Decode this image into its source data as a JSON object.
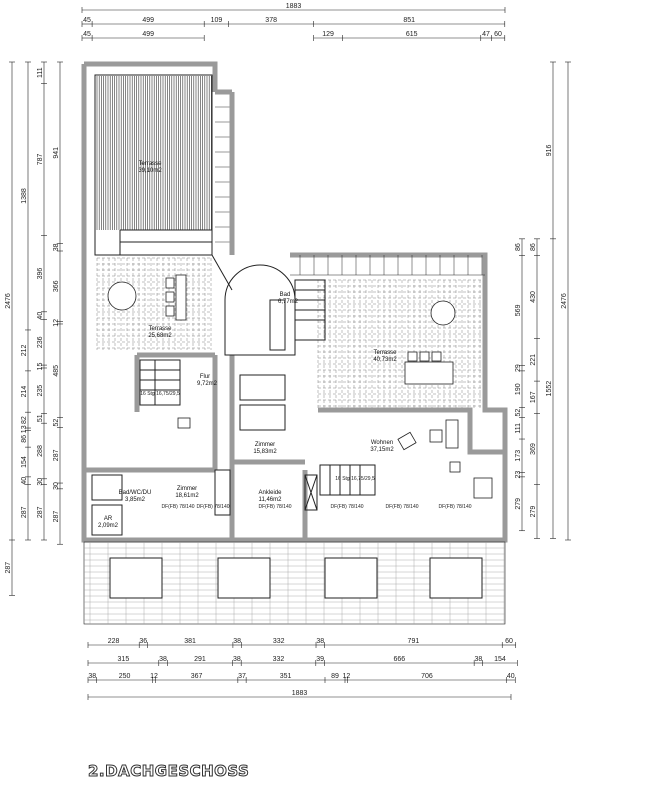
{
  "title": "2.DACHGESCHOSS",
  "dimensions": {
    "top_rows": [
      [
        1883
      ],
      [
        45,
        499,
        109,
        378,
        851
      ],
      [
        45,
        499,
        129,
        615,
        47,
        60
      ]
    ],
    "bottom_rows": [
      [
        228,
        36,
        381,
        38,
        332,
        38,
        791,
        60
      ],
      [
        315,
        38,
        291,
        38,
        332,
        39,
        666,
        38,
        154
      ],
      [
        38,
        250,
        12,
        367,
        37,
        351,
        89,
        12,
        706,
        40
      ],
      [
        1883
      ]
    ],
    "left_cols": [
      [
        2476,
        287
      ],
      [
        1388,
        212,
        214,
        82,
        13,
        86,
        154,
        40,
        287
      ],
      [
        111,
        787,
        396,
        40,
        236,
        15,
        235,
        51,
        288,
        30,
        287
      ],
      [
        941,
        38,
        366,
        12,
        485,
        52,
        287,
        30,
        287
      ]
    ],
    "right_cols": [
      [
        86,
        569,
        29,
        190,
        52,
        111,
        173,
        23,
        279
      ],
      [
        86,
        430,
        221,
        167,
        369,
        279
      ],
      [
        916,
        1552
      ],
      [
        2476
      ]
    ]
  },
  "rooms": [
    {
      "name": "Terrasse",
      "area": "39,10m2"
    },
    {
      "name": "Terrasse",
      "area": "25,68m2"
    },
    {
      "name": "Bad",
      "area": "6,77m2"
    },
    {
      "name": "Terrasse",
      "area": "40,73m2"
    },
    {
      "name": "Flur",
      "area": "9,72m2"
    },
    {
      "name": "Zimmer",
      "area": "15,83m2"
    },
    {
      "name": "Wohnen",
      "area": "37,15m2"
    },
    {
      "name": "Zimmer",
      "area": "18,61m2"
    },
    {
      "name": "Bad/WC/DU",
      "area": "3,85m2"
    },
    {
      "name": "AR",
      "area": "2,09m2"
    },
    {
      "name": "Ankleide",
      "area": "11,46m2"
    }
  ],
  "roof_window_label": "DF(FB) 78/140",
  "stair_label": "16 Stg 16,75/29,5",
  "colors": {
    "wall": "#9a9a9a",
    "line": "#222222",
    "background": "#ffffff"
  }
}
